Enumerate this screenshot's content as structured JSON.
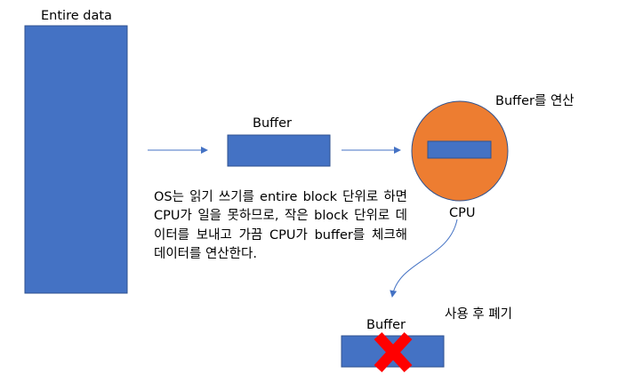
{
  "labels": {
    "entire_data": "Entire data",
    "buffer_middle": "Buffer",
    "buffer_compute": "Buffer를 연산",
    "cpu": "CPU",
    "discard": "사용 후 폐기",
    "buffer_bottom": "Buffer"
  },
  "description": "OS는 읽기 쓰기를 entire block 단위로 하면 CPU가 일을 못하므로, 작은 block 단위로 데이터를 보내고 가끔 CPU가 buffer를 체크해 데이터를 연산한다.",
  "colors": {
    "block_fill": "#4472C4",
    "block_stroke": "#2F528F",
    "cpu_fill": "#ED7D31",
    "arrow": "#4472C4",
    "cross": "#FF0000"
  },
  "icons": {
    "discard_mark": "red-x-cross-icon"
  }
}
